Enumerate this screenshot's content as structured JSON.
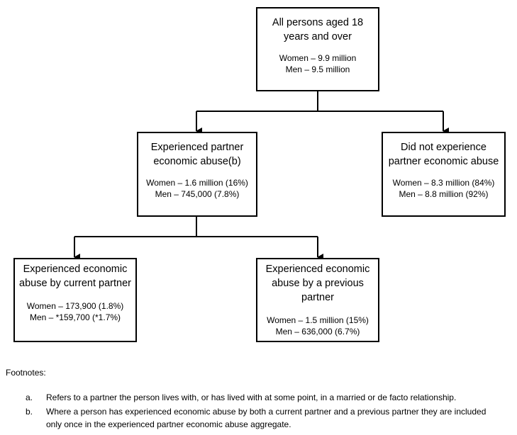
{
  "nodes": {
    "root": {
      "title": "All persons aged 18 years and over",
      "women": "Women – 9.9 million",
      "men": "Men – 9.5 million"
    },
    "experienced": {
      "title": "Experienced partner economic abuse(b)",
      "women": "Women – 1.6 million (16%)",
      "men": "Men – 745,000 (7.8%)"
    },
    "not_experienced": {
      "title": "Did not experience partner economic abuse",
      "women": "Women –  8.3 million (84%)",
      "men": "Men – 8.8 million (92%)"
    },
    "current_partner": {
      "title": "Experienced economic abuse by current partner",
      "women": "Women – 173,900 (1.8%)",
      "men": "Men – *159,700 (*1.7%)"
    },
    "previous_partner": {
      "title": "Experienced economic abuse by a previous partner",
      "women": "Women – 1.5 million (15%)",
      "men": "Men – 636,000 (6.7%)"
    }
  },
  "footnotes": {
    "heading": "Footnotes:",
    "items": [
      {
        "marker": "a.",
        "text": "Refers to a partner the person lives with, or has lived with at some point, in a married or de facto relationship."
      },
      {
        "marker": "b.",
        "text": "Where a person has experienced economic abuse by both a current partner and a previous partner they are included only once in the experienced partner economic abuse aggregate."
      }
    ]
  }
}
